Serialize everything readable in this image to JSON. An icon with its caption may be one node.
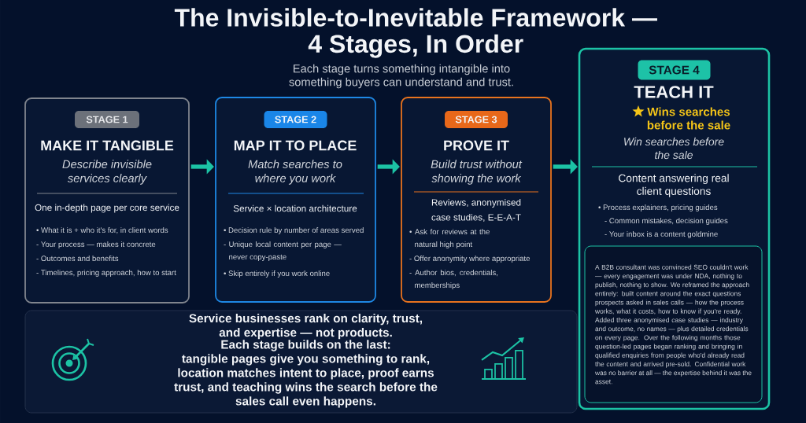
{
  "diagram": {
    "title": "The Invisible-to-Inevitable Framework — 4 Stages, In Order",
    "nodes": [
      {
        "text": [
          "MAKE IT TANGIBLE",
          "Describe invisible services clearly",
          "One in-depth page per core service",
          "• What it is + who it's for, in client words",
          "- Your process — makes it concrete",
          "- Outcomes and benefits",
          "- Timelines, pricing approach, how to start"
        ]
      },
      {
        "text": [
          "STAGE 1"
        ],
        "in": 0
      },
      {
        "text": [
          "MAP IT TO PLACE",
          "Match searches to where you work",
          "Service × location architecture",
          "• Decision rule by number of areas served",
          "- Unique local content per page — never copy-paste",
          "• Skip entirely if you work online"
        ]
      },
      {
        "text": [
          "STAGE 2"
        ],
        "in": 2
      },
      {
        "text": [
          "PROVE IT",
          "Build trust without showing the work",
          "Reviews, anonymised case studies, E-E-A-T",
          "• Ask for reviews at the natural high point",
          "- Offer anonymity where appropriate",
          "- Author bios, credentials, memberships"
        ]
      },
      {
        "text": [
          "STAGE 3"
        ],
        "in": 4
      },
      {
        "text": [
          "TEACH IT",
          "Wins searches before the sale",
          "Win searches before the sale",
          "Content answering real client questions",
          "• Process explainers, pricing guides",
          "- Common mistakes, decision guides",
          "- Your inbox is a content goldmine"
        ]
      },
      {
        "text": [
          "STAGE 4"
        ],
        "in": 6
      },
      {
        "text": [
          "A B2B consultant was convinced SEO couldn't work — every engagement was under NDA, nothing to publish, nothing to show. We reframed the approach entirely: built content around the exact questions prospects asked in sales calls — how the process works, what it costs, how to know if you're ready. Added three anonymised case studies — industry and outcome, no names — plus detailed credentials on every page. Over the following months those question-led pages began ranking and bringing in qualified enquiries from people who'd already read the content and arrived pre-sold. Confidential work was no barrier at all — the expertise behind it was the asset."
        ],
        "in": 6
      },
      {
        "text": [
          "Service businesses rank on clarity, trust, and expertise — not products.",
          "Each stage builds on the last: tangible pages give you something to rank, location matches intent to place, proof earns trust, and teaching wins the search before the sales call even happens."
        ]
      }
    ],
    "edges": [
      {
        "from": 0,
        "to": 2,
        "arrow": "to"
      },
      {
        "from": 2,
        "to": 4,
        "arrow": "to"
      },
      {
        "from": 4,
        "to": 6,
        "arrow": "to"
      }
    ],
    "labels": [
      "Each stage turns something intangible into something buyers can understand and trust."
    ]
  }
}
